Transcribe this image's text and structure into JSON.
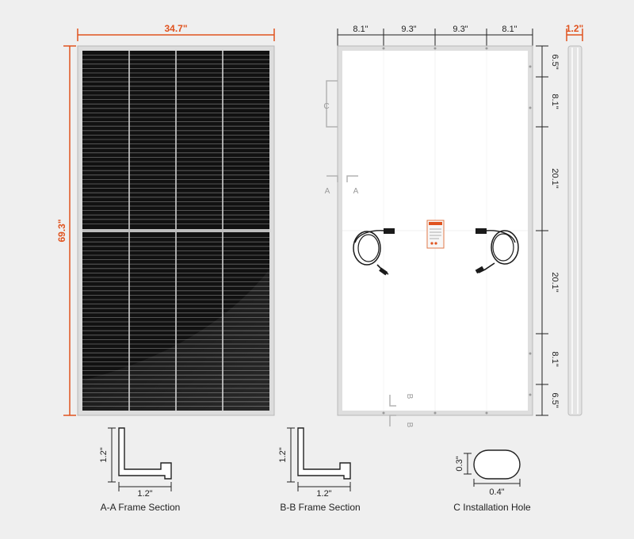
{
  "colors": {
    "background": "#efefef",
    "accent": "#e0531f",
    "cell": "#111111",
    "frame": "#d8d8d8",
    "backsheet": "#ffffff"
  },
  "front_view": {
    "width_label": "34.7\"",
    "height_label": "69.3\""
  },
  "back_view": {
    "top_segments": [
      "8.1\"",
      "9.3\"",
      "9.3\"",
      "8.1\""
    ],
    "right_segments": [
      "6.5\"",
      "8.1\"",
      "20.1\"",
      "20.1\"",
      "8.1\"",
      "6.5\""
    ],
    "section_markers": {
      "c": "C",
      "a_left": "A",
      "a_right": "A",
      "b_top": "B",
      "b_bottom": "B"
    }
  },
  "side_view": {
    "thickness_label": "1.2\""
  },
  "sections": [
    {
      "caption": "A-A Frame Section",
      "height_label": "1.2\"",
      "width_label": "1.2\""
    },
    {
      "caption": "B-B Frame Section",
      "height_label": "1.2\"",
      "width_label": "1.2\""
    },
    {
      "caption": "C Installation Hole",
      "height_label": "0.3\"",
      "width_label": "0.4\""
    }
  ]
}
